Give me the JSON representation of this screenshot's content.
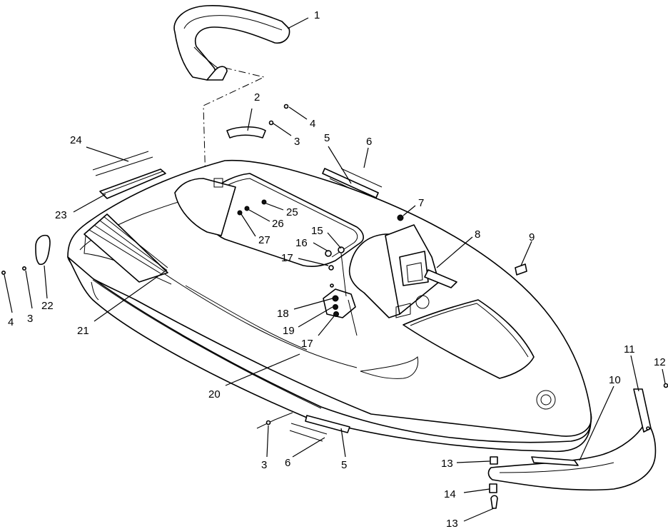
{
  "diagram": {
    "callouts": [
      "1",
      "2",
      "3",
      "4",
      "5",
      "6",
      "7",
      "8",
      "9",
      "10",
      "11",
      "12",
      "13",
      "14",
      "15",
      "16",
      "17",
      "18",
      "19",
      "20",
      "21",
      "22",
      "23",
      "24",
      "25",
      "26",
      "27"
    ],
    "extra_callouts": {
      "left_4": "4",
      "left_3": "3",
      "bottom_3": "3",
      "bottom_6": "6",
      "bottom_5": "5",
      "lower_17": "17",
      "bottom_13": "13"
    }
  }
}
